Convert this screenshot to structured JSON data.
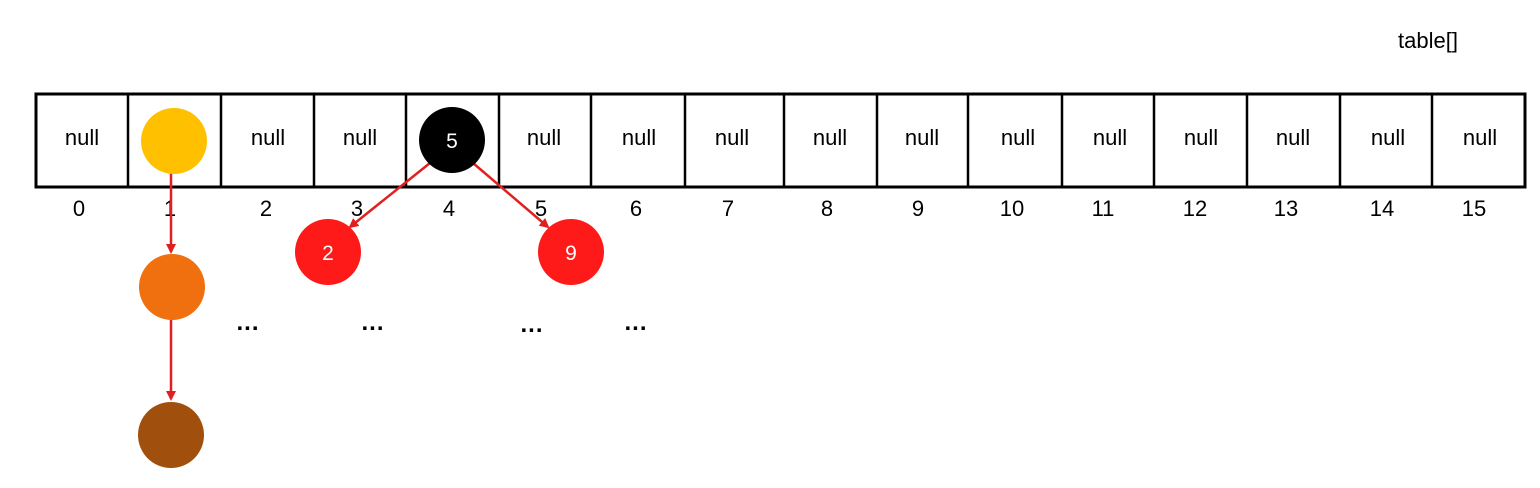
{
  "title": "table[]",
  "table": {
    "cells": [
      "null",
      "",
      "null",
      "null",
      "",
      "null",
      "null",
      "null",
      "null",
      "null",
      "null",
      "null",
      "null",
      "null",
      "null",
      "null"
    ],
    "indices": [
      "0",
      "1",
      "2",
      "3",
      "4",
      "5",
      "6",
      "7",
      "8",
      "9",
      "10",
      "11",
      "12",
      "13",
      "14",
      "15"
    ]
  },
  "linked_list": {
    "bucket": 1,
    "colors": [
      "#ffc000",
      "#f07010",
      "#a0500c"
    ]
  },
  "tree": {
    "bucket": 4,
    "root": {
      "label": "5",
      "color": "#000000"
    },
    "left": {
      "label": "2",
      "color": "#ff1a1a"
    },
    "right": {
      "label": "9",
      "color": "#ff1a1a"
    }
  },
  "ellipses": [
    "...",
    "...",
    "...",
    "..."
  ],
  "colors": {
    "arrow": "#e02020",
    "border": "#000000"
  }
}
